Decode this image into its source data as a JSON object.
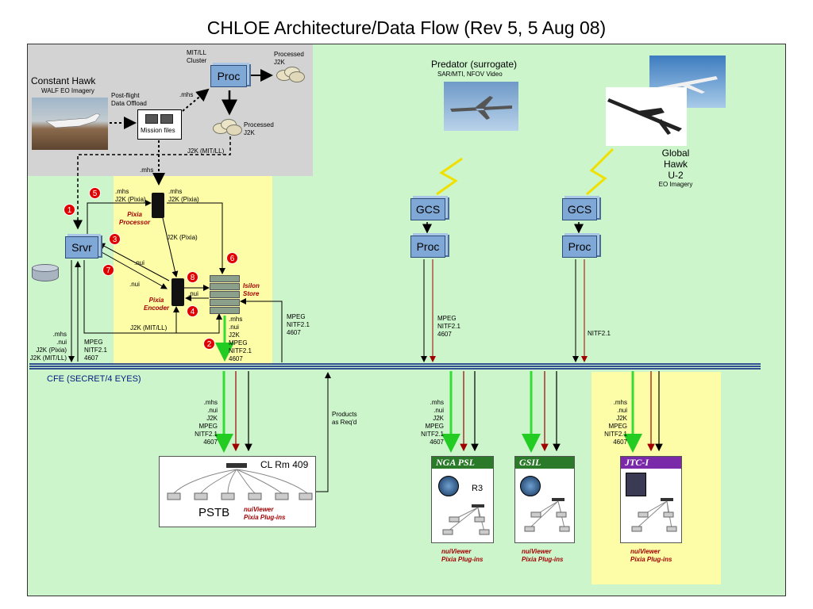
{
  "title": "CHLOE Architecture/Data Flow (Rev 5, 5 Aug 08)",
  "constant_hawk": {
    "name": "Constant Hawk",
    "sub": "WALF EO Imagery"
  },
  "offload": {
    "line1": "Post-flight",
    "line2": "Data Offload"
  },
  "mission_files": "Mission files",
  "cluster": {
    "line1": "MIT/LL",
    "line2": "Cluster"
  },
  "proc_label": "Proc",
  "processed_top": {
    "line1": "Processed",
    "line2": "J2K"
  },
  "processed_bottom": {
    "line1": "Processed",
    "line2": "J2K"
  },
  "mhs_to_proc": ".mhs",
  "j2k_mitll": "J2K (MIT/LL)",
  "mhs_down": ".mhs",
  "srvr": "Srvr",
  "pixia_processor": {
    "line1": "Pixia",
    "line2": "Processor"
  },
  "pixia_encoder": {
    "line1": "Pixia",
    "line2": "Encoder"
  },
  "isilon": {
    "line1": "Isilon",
    "line2": "Store"
  },
  "flow_labels": {
    "srvr_to_proc": [
      ".mhs",
      "J2K (Pixia)"
    ],
    "proc_to_isilon": [
      ".mhs",
      "J2K (Pixia)"
    ],
    "proc_to_encoder": "J2K (Pixia)",
    "nui_a": ".nui",
    "nui_b": ".nui",
    "nui_c": ".nui",
    "j2k_mitll_bottom": "J2K (MIT/LL)",
    "srvr_out": [
      ".mhs",
      ".nui",
      "J2K (Pixia)",
      "J2K (MIT/LL)"
    ],
    "srvr_in": [
      "MPEG",
      "NITF2.1",
      "4607"
    ],
    "isilon_in": [
      ".mhs",
      ".nui",
      "J2K",
      "MPEG",
      "NITF2.1",
      "4607"
    ],
    "isilon_right": [
      "MPEG",
      "NITF2.1",
      "4607"
    ]
  },
  "badges": [
    "1",
    "2",
    "3",
    "4",
    "5",
    "6",
    "7",
    "8"
  ],
  "predator": {
    "name": "Predator (surrogate)",
    "sub": "SAR/MTI, NFOV Video"
  },
  "global_hawk": {
    "line1": "Global Hawk",
    "line2": "U-2",
    "sub": "EO Imagery"
  },
  "gcs": "GCS",
  "pred_out": [
    "MPEG",
    "NITF2.1",
    "4607"
  ],
  "gh_out": "NITF2.1",
  "cfe": "CFE (SECRET/4 EYES)",
  "down_lists": {
    "pstb": [
      ".mhs",
      ".nui",
      "J2K",
      "MPEG",
      "NITF2.1",
      "4607"
    ],
    "nga": [
      ".mhs",
      ".nui",
      "J2K",
      "MPEG",
      "NITF2.1",
      "4607"
    ],
    "jtc": [
      ".mhs",
      ".nui",
      "J2K",
      "MPEG",
      "NITF2.1",
      "4607"
    ]
  },
  "products": {
    "line1": "Products",
    "line2": "as Req'd"
  },
  "pstb": {
    "room": "CL Rm 409",
    "name": "PSTB",
    "sw1": "nuiViewer",
    "sw2": "Pixia Plug-ins"
  },
  "nga": {
    "name": "NGA PSL",
    "room": "R3",
    "sw1": "nuiViewer",
    "sw2": "Pixia Plug-ins"
  },
  "gsil": {
    "name": "GSIL",
    "sw1": "nuiViewer",
    "sw2": "Pixia Plug-ins"
  },
  "jtc": {
    "name": "JTC-I",
    "sw1": "nuiViewer",
    "sw2": "Pixia Plug-ins"
  },
  "colors": {
    "background": "#ccf5cc",
    "gray": "#d3d3d3",
    "highlight": "#fdfda8",
    "box": "#7fa8d6",
    "green_line": "#33dd33",
    "red_line": "#a00000",
    "nga_band": "#2a7a2a",
    "jtc_band": "#7a2aa8",
    "badge": "#e00000"
  }
}
